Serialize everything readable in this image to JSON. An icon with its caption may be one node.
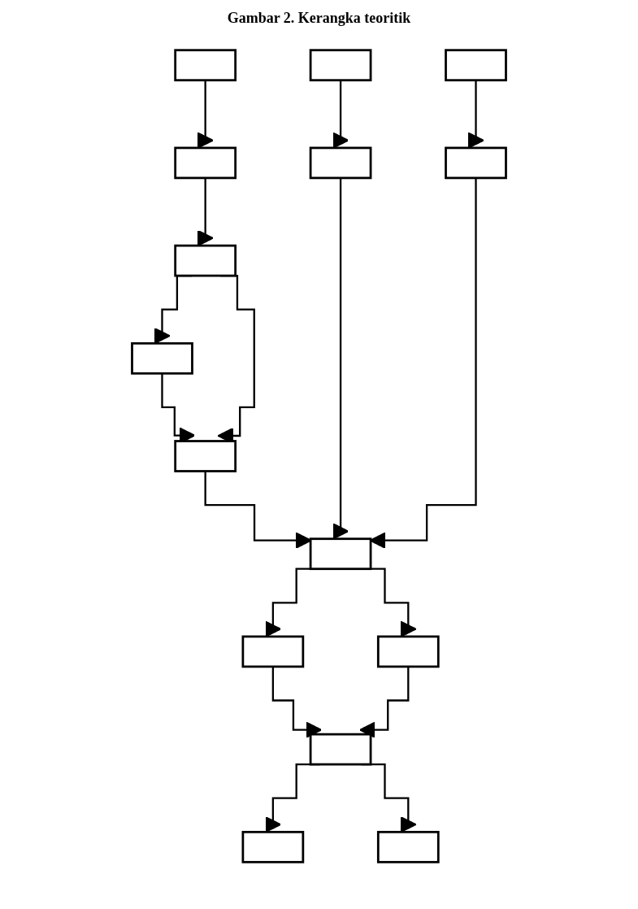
{
  "diagram": {
    "title": "Gambar 2. Kerangka teoritik",
    "nodes": [
      {
        "text": [],
        "shape": "box"
      },
      {
        "text": [],
        "shape": "box"
      },
      {
        "text": [],
        "shape": "box"
      },
      {
        "text": [],
        "shape": "box"
      },
      {
        "text": [],
        "shape": "box"
      },
      {
        "text": [],
        "shape": "box"
      },
      {
        "text": [],
        "shape": "box"
      },
      {
        "text": [],
        "shape": "box"
      },
      {
        "text": [],
        "shape": "box"
      },
      {
        "text": [],
        "shape": "box"
      },
      {
        "text": [],
        "shape": "box"
      },
      {
        "text": [],
        "shape": "box"
      },
      {
        "text": [],
        "shape": "box"
      },
      {
        "text": [],
        "shape": "box"
      },
      {
        "text": [],
        "shape": "box"
      }
    ],
    "edges": [
      {
        "from": 0,
        "to": 3,
        "arrow": "to"
      },
      {
        "from": 1,
        "to": 4,
        "arrow": "to"
      },
      {
        "from": 2,
        "to": 5,
        "arrow": "to"
      },
      {
        "from": 3,
        "to": 7,
        "arrow": "to"
      },
      {
        "from": 7,
        "to": 6,
        "arrow": "to"
      },
      {
        "from": 6,
        "to": 8,
        "arrow": "to"
      },
      {
        "from": 7,
        "to": 8,
        "arrow": "to"
      },
      {
        "from": 8,
        "to": 9,
        "arrow": "to"
      },
      {
        "from": 4,
        "to": 9,
        "arrow": "to"
      },
      {
        "from": 5,
        "to": 9,
        "arrow": "to"
      },
      {
        "from": 9,
        "to": 10,
        "arrow": "to"
      },
      {
        "from": 9,
        "to": 11,
        "arrow": "to"
      },
      {
        "from": 10,
        "to": 12,
        "arrow": "to"
      },
      {
        "from": 11,
        "to": 12,
        "arrow": "to"
      },
      {
        "from": 12,
        "to": 13,
        "arrow": "to"
      },
      {
        "from": 12,
        "to": 14,
        "arrow": "to"
      }
    ]
  }
}
